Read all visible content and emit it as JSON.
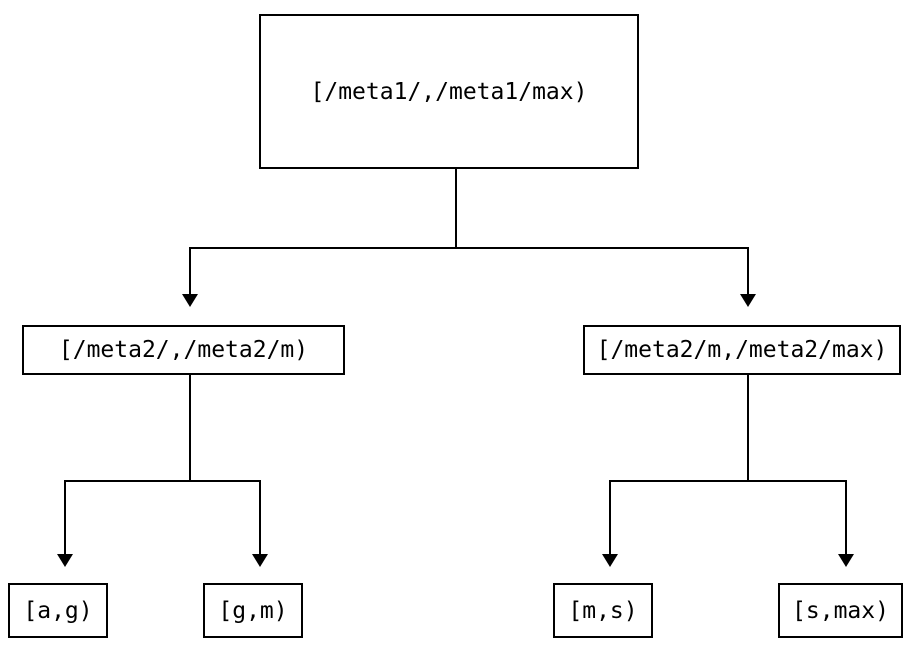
{
  "diagram": {
    "type": "binary-tree",
    "colors": {
      "background": "#ffffff",
      "line": "#000000",
      "text": "#000000"
    },
    "nodes": {
      "root": {
        "label": "[/meta1/,/meta1/max)",
        "level": 1
      },
      "meta2_left": {
        "label": "[/meta2/,/meta2/m)",
        "level": 2,
        "parent": "root"
      },
      "meta2_right": {
        "label": "[/meta2/m,/meta2/max)",
        "level": 2,
        "parent": "root"
      },
      "leaf_ag": {
        "label": "[a,g)",
        "level": 3,
        "parent": "meta2_left"
      },
      "leaf_gm": {
        "label": "[g,m)",
        "level": 3,
        "parent": "meta2_left"
      },
      "leaf_ms": {
        "label": "[m,s)",
        "level": 3,
        "parent": "meta2_right"
      },
      "leaf_smax": {
        "label": "[s,max)",
        "level": 3,
        "parent": "meta2_right"
      }
    }
  }
}
